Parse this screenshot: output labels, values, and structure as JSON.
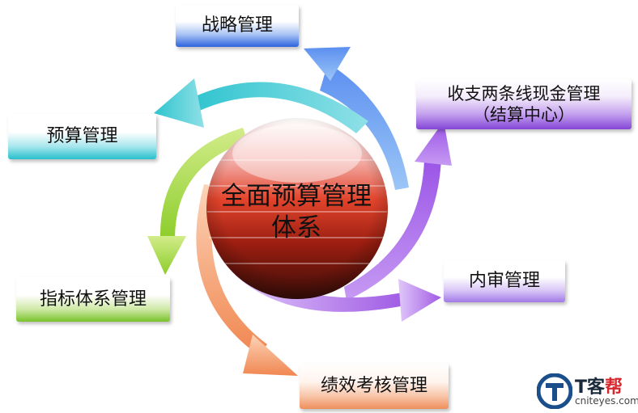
{
  "center": {
    "line1": "全面预算管理",
    "line2": "体系"
  },
  "nodes": {
    "strategy": "战略管理",
    "cash_line1": "收支两条线现金管理",
    "cash_line2": "（结算中心）",
    "audit": "内审管理",
    "performance": "绩效考核管理",
    "indicator": "指标体系管理",
    "budget": "预算管理"
  },
  "logo": {
    "title_main": "T客",
    "title_accent": "帮",
    "url": "cniteyes.com"
  },
  "colors": {
    "strategy": "#2d63dc",
    "cash": "#8445d6",
    "audit": "#a27ae7",
    "performance": "#ef8f5c",
    "indicator": "#78c22a",
    "budget": "#28c0cd",
    "sphere_top": "#f5b6b2",
    "sphere_mid": "#c5301e",
    "sphere_bottom": "#3a0e08",
    "logo_accent": "#d6282e"
  }
}
